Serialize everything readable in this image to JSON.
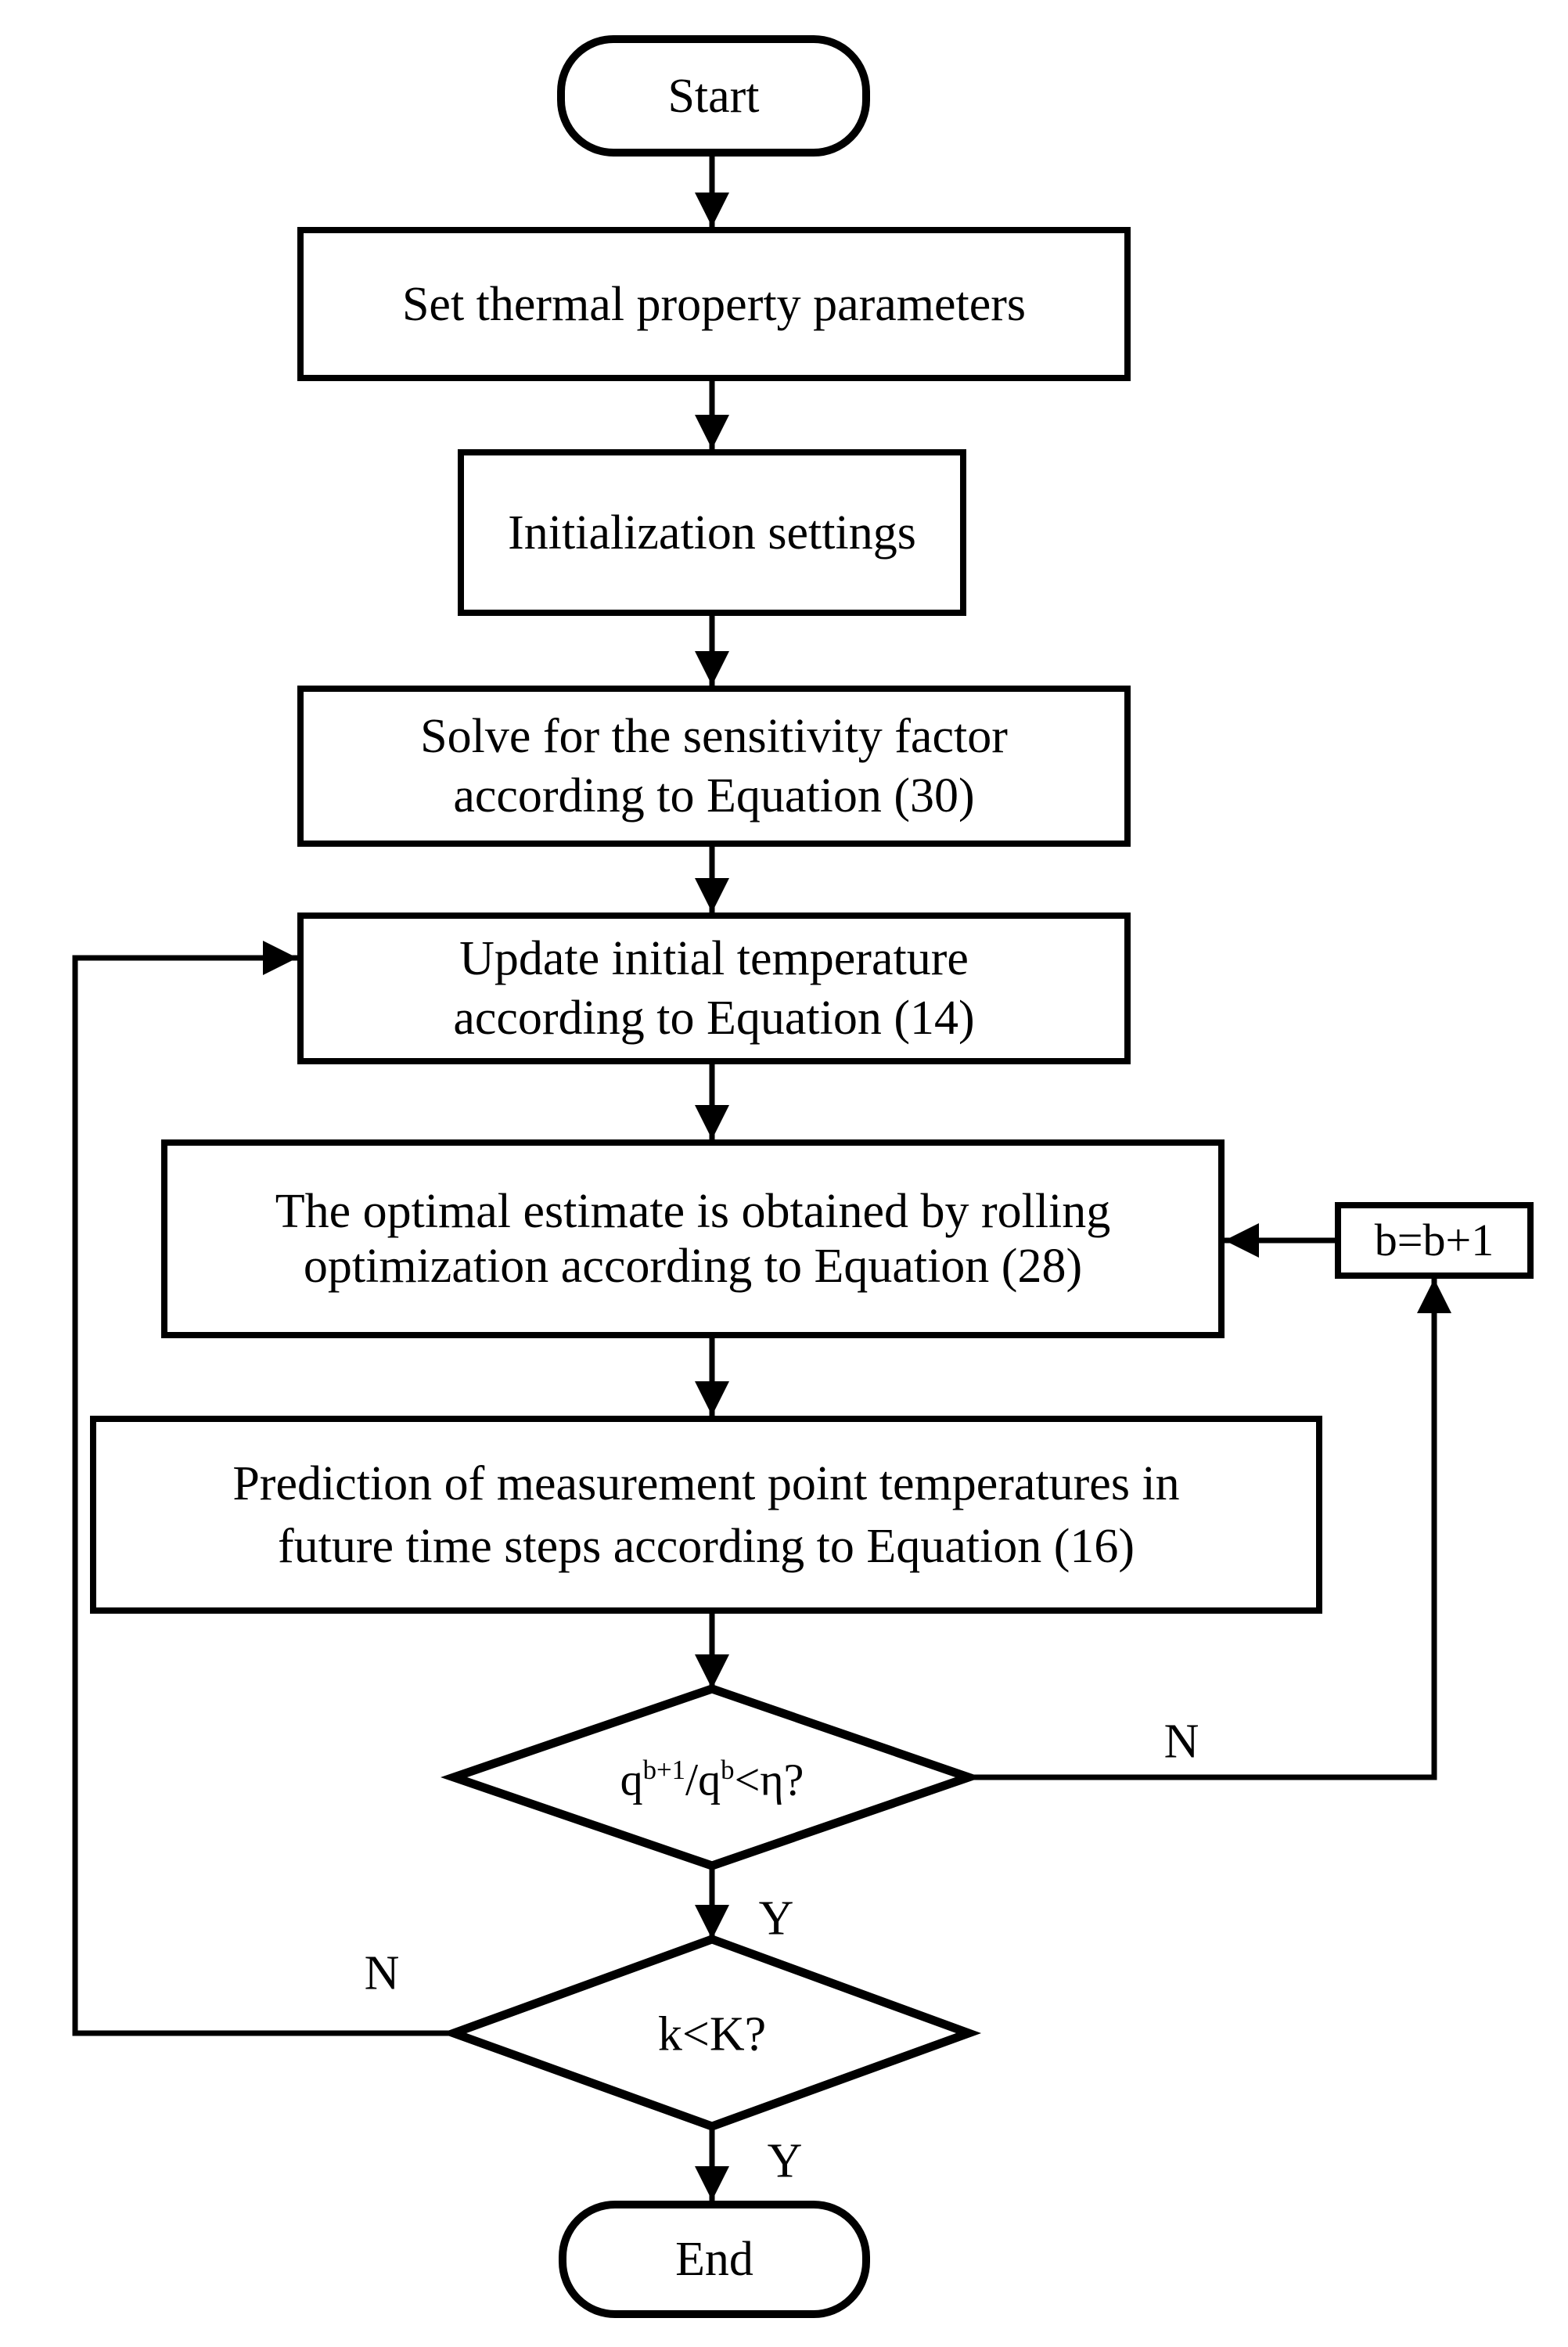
{
  "flowchart": {
    "start": {
      "label": "Start"
    },
    "set_params": {
      "label": "Set thermal property parameters"
    },
    "init": {
      "label": "Initialization settings"
    },
    "sensitivity": {
      "line1": "Solve for the sensitivity factor",
      "line2": "according to Equation (30)"
    },
    "update_temp": {
      "line1": "Update initial temperature",
      "line2": "according to Equation (14)"
    },
    "optimal": {
      "line1": "The optimal estimate is obtained by rolling",
      "line2": "optimization according to Equation (28)"
    },
    "increment": {
      "label": "b=b+1"
    },
    "prediction": {
      "line1": "Prediction of measurement point temperatures in",
      "line2": "future time steps according to Equation (16)"
    },
    "ratio_decision": {
      "base1": "q",
      "sup1": "b+1",
      "base2": "/q",
      "sup2": "b",
      "tail": "<η?"
    },
    "iteration_decision": {
      "label": "k<K?"
    },
    "end": {
      "label": "End"
    },
    "branch_labels": {
      "ratio_no": "N",
      "ratio_yes": "Y",
      "iter_no": "N",
      "iter_yes": "Y"
    }
  },
  "colors": {
    "stroke": "#000000",
    "background": "#ffffff"
  }
}
